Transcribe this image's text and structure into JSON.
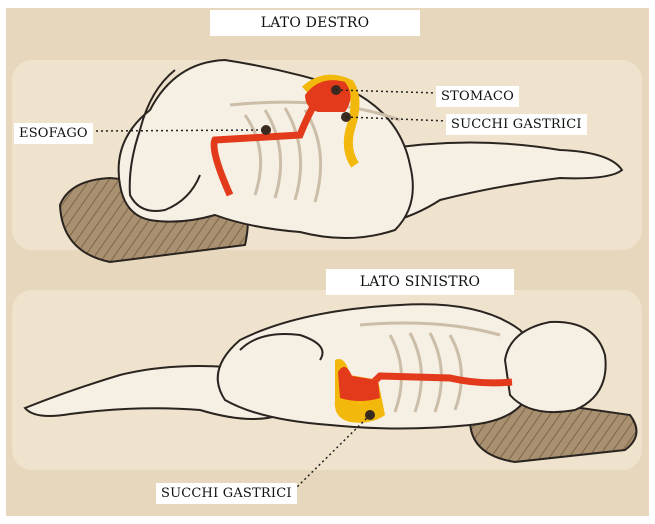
{
  "top_panel": {
    "title": "LATO   DESTRO",
    "labels": {
      "stomach": "STOMACO",
      "gastric_juices": "SUCCHI GASTRICI",
      "esophagus": "ESOFAGO"
    }
  },
  "bottom_panel": {
    "title": "LATO    SINISTRO",
    "labels": {
      "gastric_juices": "SUCCHI GASTRICI"
    }
  },
  "colors": {
    "background": "#e7d7bd",
    "body_fill": "#f6efe3",
    "outline": "#2a2420",
    "organ_red": "#e23a1a",
    "organ_yellow": "#f2b80c",
    "pillow": "#a38a6a"
  }
}
